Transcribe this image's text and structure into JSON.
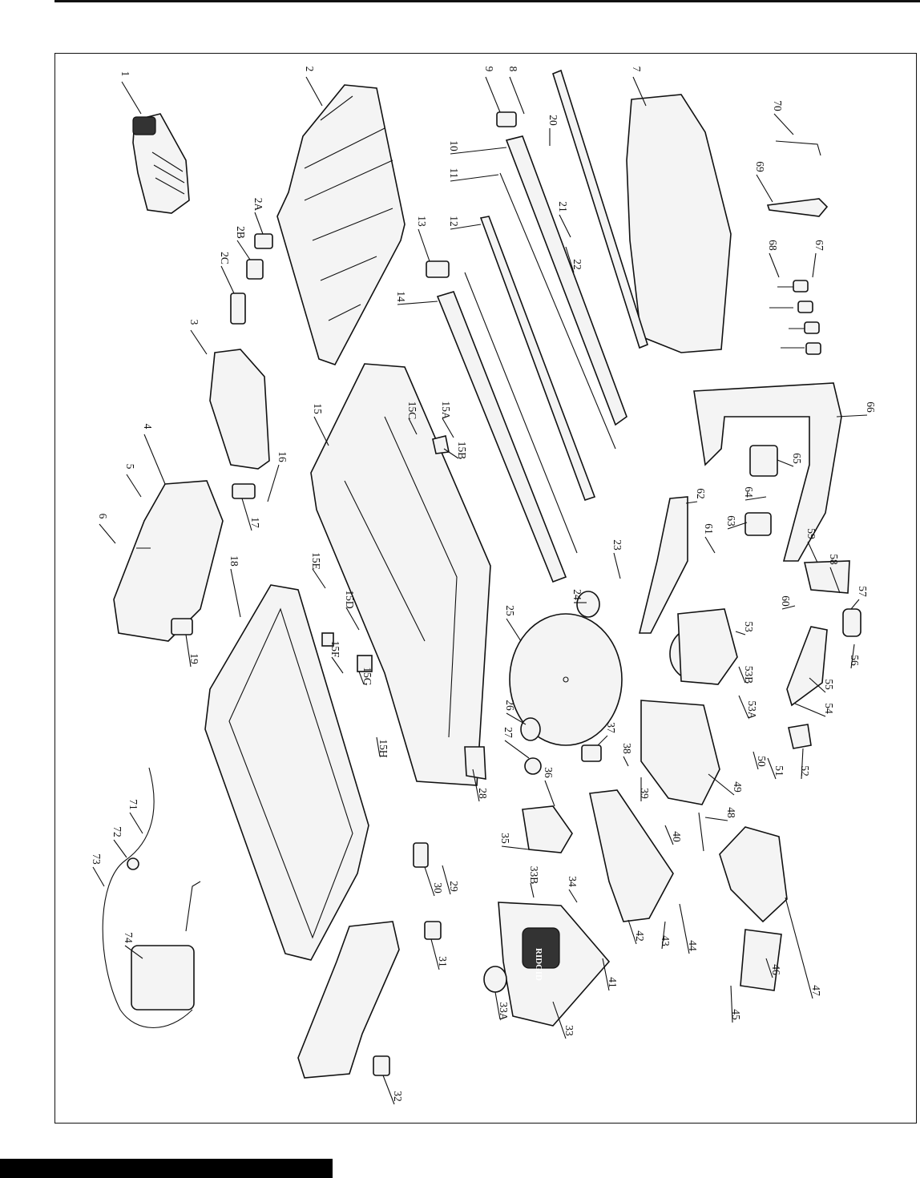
{
  "diagram": {
    "type": "exploded-parts-diagram",
    "orientation": "rotated-90-clockwise",
    "part_labels": [
      {
        "id": "1",
        "text": "1"
      },
      {
        "id": "2",
        "text": "2"
      },
      {
        "id": "2A",
        "text": "2A"
      },
      {
        "id": "2B",
        "text": "2B"
      },
      {
        "id": "2C",
        "text": "2C"
      },
      {
        "id": "3",
        "text": "3"
      },
      {
        "id": "4",
        "text": "4"
      },
      {
        "id": "5",
        "text": "5"
      },
      {
        "id": "6",
        "text": "6"
      },
      {
        "id": "7",
        "text": "7"
      },
      {
        "id": "8",
        "text": "8"
      },
      {
        "id": "9",
        "text": "9"
      },
      {
        "id": "10",
        "text": "10"
      },
      {
        "id": "11",
        "text": "11"
      },
      {
        "id": "12",
        "text": "12"
      },
      {
        "id": "13",
        "text": "13"
      },
      {
        "id": "14",
        "text": "14"
      },
      {
        "id": "15",
        "text": "15"
      },
      {
        "id": "15A",
        "text": "15A"
      },
      {
        "id": "15B",
        "text": "15B"
      },
      {
        "id": "15C",
        "text": "15C"
      },
      {
        "id": "15D",
        "text": "15D"
      },
      {
        "id": "15E",
        "text": "15E"
      },
      {
        "id": "15F",
        "text": "15F"
      },
      {
        "id": "15G",
        "text": "15G"
      },
      {
        "id": "15H",
        "text": "15H"
      },
      {
        "id": "16",
        "text": "16"
      },
      {
        "id": "17",
        "text": "17"
      },
      {
        "id": "18",
        "text": "18"
      },
      {
        "id": "19",
        "text": "19"
      },
      {
        "id": "20",
        "text": "20"
      },
      {
        "id": "21",
        "text": "21"
      },
      {
        "id": "22",
        "text": "22"
      },
      {
        "id": "23",
        "text": "23"
      },
      {
        "id": "24",
        "text": "24"
      },
      {
        "id": "25",
        "text": "25"
      },
      {
        "id": "26",
        "text": "26"
      },
      {
        "id": "27",
        "text": "27"
      },
      {
        "id": "28",
        "text": "28"
      },
      {
        "id": "29",
        "text": "29"
      },
      {
        "id": "30",
        "text": "30"
      },
      {
        "id": "31",
        "text": "31"
      },
      {
        "id": "32",
        "text": "32"
      },
      {
        "id": "33",
        "text": "33"
      },
      {
        "id": "33A",
        "text": "33A"
      },
      {
        "id": "33B",
        "text": "33B"
      },
      {
        "id": "34",
        "text": "34"
      },
      {
        "id": "35",
        "text": "35"
      },
      {
        "id": "36",
        "text": "36"
      },
      {
        "id": "37",
        "text": "37"
      },
      {
        "id": "38",
        "text": "38"
      },
      {
        "id": "39",
        "text": "39"
      },
      {
        "id": "40",
        "text": "40"
      },
      {
        "id": "41",
        "text": "41"
      },
      {
        "id": "42",
        "text": "42"
      },
      {
        "id": "43",
        "text": "43"
      },
      {
        "id": "44",
        "text": "44"
      },
      {
        "id": "45",
        "text": "45"
      },
      {
        "id": "46",
        "text": "46"
      },
      {
        "id": "47",
        "text": "47"
      },
      {
        "id": "48",
        "text": "48"
      },
      {
        "id": "49",
        "text": "49"
      },
      {
        "id": "50",
        "text": "50"
      },
      {
        "id": "51",
        "text": "51"
      },
      {
        "id": "52",
        "text": "52"
      },
      {
        "id": "53",
        "text": "53"
      },
      {
        "id": "53A",
        "text": "53A"
      },
      {
        "id": "53B",
        "text": "53B"
      },
      {
        "id": "54",
        "text": "54"
      },
      {
        "id": "55",
        "text": "55"
      },
      {
        "id": "56",
        "text": "56"
      },
      {
        "id": "57",
        "text": "57"
      },
      {
        "id": "58",
        "text": "58"
      },
      {
        "id": "59",
        "text": "59"
      },
      {
        "id": "60",
        "text": "60"
      },
      {
        "id": "61",
        "text": "61"
      },
      {
        "id": "62",
        "text": "62"
      },
      {
        "id": "63",
        "text": "63"
      },
      {
        "id": "64",
        "text": "64"
      },
      {
        "id": "65",
        "text": "65"
      },
      {
        "id": "66",
        "text": "66"
      },
      {
        "id": "67",
        "text": "67"
      },
      {
        "id": "68",
        "text": "68"
      },
      {
        "id": "69",
        "text": "69"
      },
      {
        "id": "70",
        "text": "70"
      },
      {
        "id": "71",
        "text": "71"
      },
      {
        "id": "72",
        "text": "72"
      },
      {
        "id": "73",
        "text": "73"
      },
      {
        "id": "74",
        "text": "74"
      }
    ],
    "brand_logo_text": "RIDGID"
  }
}
